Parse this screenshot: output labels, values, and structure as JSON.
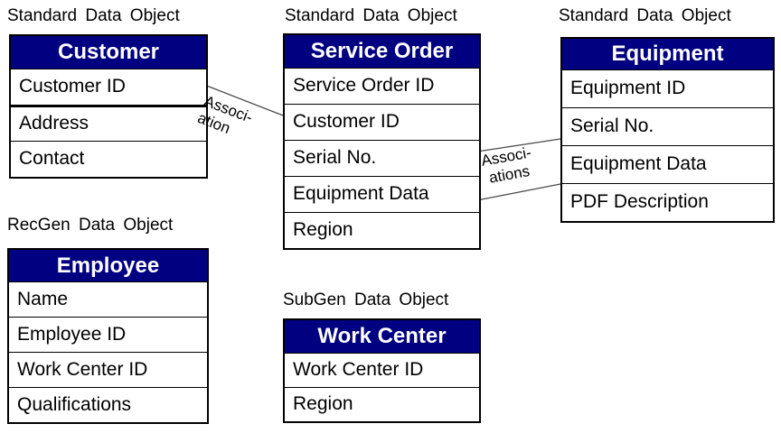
{
  "diagram": {
    "colors": {
      "background": "#ffffff",
      "header_bg": "#000080",
      "header_text": "#ffffff",
      "border": "#000000",
      "line": "#4a4a4a"
    },
    "tables": [
      {
        "id": "customer",
        "label": "Standard Data Object",
        "title": "Customer",
        "rows": [
          "Customer ID",
          "Address",
          "Contact"
        ],
        "thick_divider_before_row": 1
      },
      {
        "id": "service-order",
        "label": "Standard Data Object",
        "title": "Service Order",
        "rows": [
          "Service Order ID",
          "Customer ID",
          "Serial No.",
          "Equipment Data",
          "Region"
        ]
      },
      {
        "id": "equipment",
        "label": "Standard Data Object",
        "title": "Equipment",
        "rows": [
          "Equipment ID",
          "Serial No.",
          "Equipment Data",
          "PDF Description"
        ]
      },
      {
        "id": "employee",
        "label": "RecGen Data Object",
        "title": "Employee",
        "rows": [
          "Name",
          "Employee ID",
          "Work Center ID",
          "Qualifications"
        ]
      },
      {
        "id": "work-center",
        "label": "SubGen Data Object",
        "title": "Work Center",
        "rows": [
          "Work Center ID",
          "Region"
        ]
      }
    ],
    "associations": [
      {
        "from": "customer",
        "to": "service-order",
        "label_lines": [
          "Associ-",
          "ation"
        ]
      },
      {
        "from": "service-order",
        "to": "equipment",
        "label_lines": [
          "Associ-",
          "ations"
        ]
      }
    ]
  }
}
